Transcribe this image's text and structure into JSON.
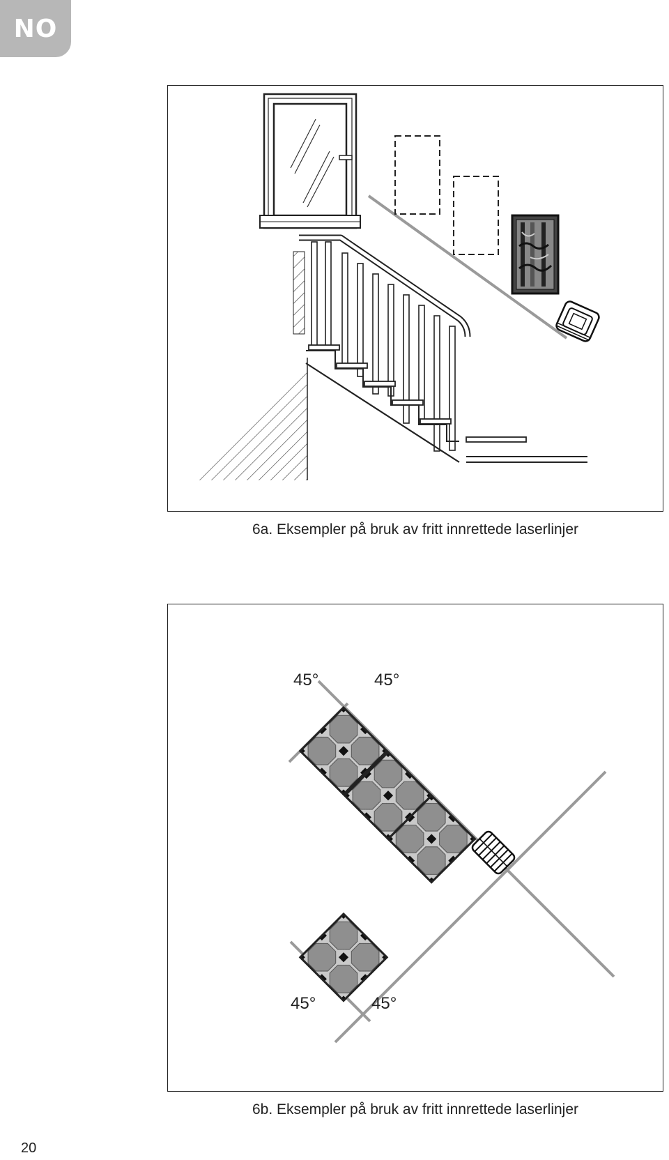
{
  "header": {
    "language_tab": "NO"
  },
  "figure_a": {
    "caption": "6a. Eksempler på bruk av fritt innrettede laserlinjer",
    "scene": "staircase-with-window-and-frames",
    "icons": [
      "window-icon",
      "staircase-icon",
      "picture-frame-icon",
      "laser-device-icon"
    ]
  },
  "figure_b": {
    "caption": "6b. Eksempler på bruk av fritt innrettede laserlinjer",
    "angle_labels": {
      "top_left": "45°",
      "top_right": "45°",
      "bottom_left": "45°",
      "bottom_right": "45°"
    },
    "icons": [
      "floor-tile-icon",
      "laser-device-icon"
    ]
  },
  "footer": {
    "page_number": "20"
  },
  "colors": {
    "tab": "#b7b7b7",
    "laser_line": "#9a9a9a",
    "tile_light": "#c9c9c9",
    "tile_dark": "#8f8f8f"
  }
}
